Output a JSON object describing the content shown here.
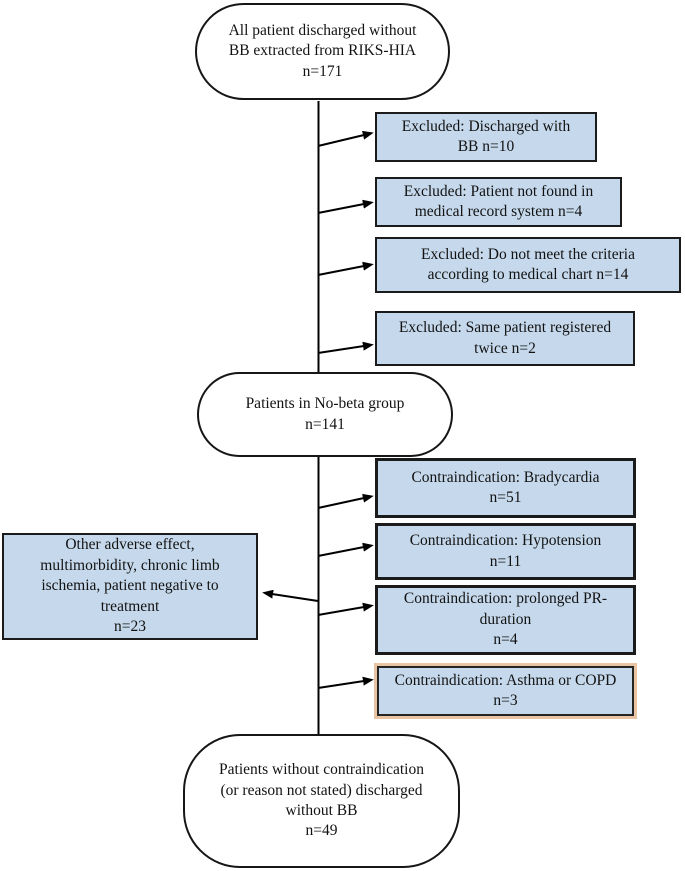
{
  "flowchart": {
    "colors": {
      "box_fill": "#c6d9ec",
      "box_border": "#1b1b1b",
      "highlight_border": "#e9c4a2",
      "connector": "#000000",
      "background": "#ffffff"
    },
    "source": {
      "text": "All patient discharged without\nBB extracted from RIKS-HIA\nn=171",
      "n": 171
    },
    "excluded": [
      {
        "text": "Excluded: Discharged with\nBB n=10",
        "n": 10
      },
      {
        "text": "Excluded: Patient not found in\nmedical record system n=4",
        "n": 4
      },
      {
        "text": "Excluded: Do not meet the criteria\naccording to medical chart n=14",
        "n": 14
      },
      {
        "text": "Excluded: Same patient registered\ntwice n=2",
        "n": 2
      }
    ],
    "no_beta_group": {
      "text": "Patients in No-beta group\nn=141",
      "n": 141
    },
    "contraindications": [
      {
        "text": "Contraindication: Bradycardia\nn=51",
        "n": 51
      },
      {
        "text": "Contraindication: Hypotension\nn=11",
        "n": 11
      },
      {
        "text": "Contraindication: prolonged PR-\nduration\nn=4",
        "n": 4
      },
      {
        "text": "Contraindication: Asthma or COPD\nn=3",
        "n": 3,
        "highlighted": true
      }
    ],
    "other_reasons": {
      "text": "Other adverse effect,\nmultimorbidity, chronic limb\nischemia, patient negative to\ntreatment\nn=23",
      "n": 23
    },
    "final": {
      "text": "Patients without contraindication\n(or reason not stated) discharged\nwithout BB\nn=49",
      "n": 49
    }
  }
}
